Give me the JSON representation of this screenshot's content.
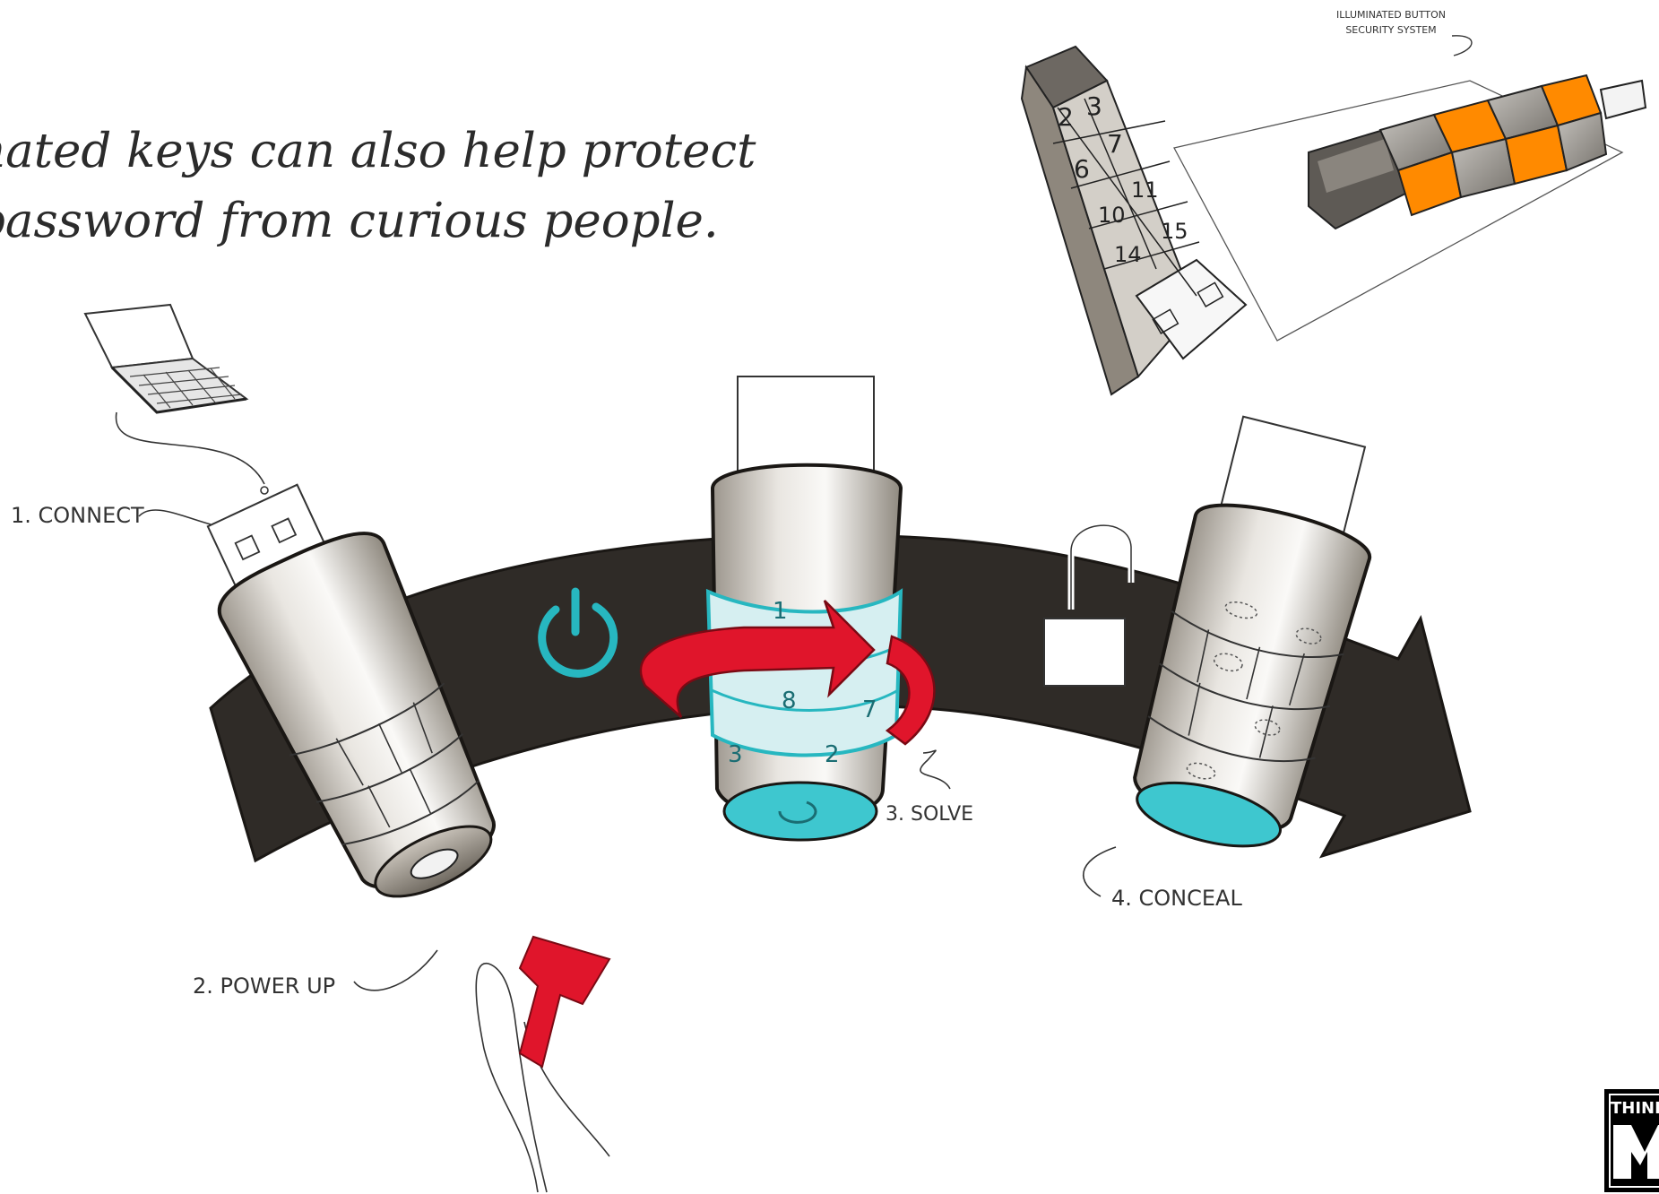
{
  "caption": {
    "line1": "nated keys can also help protect",
    "line2": "password from curious people."
  },
  "concept_sketch": {
    "note_line1": "ILLUMINATED BUTTON",
    "note_line2": "SECURITY SYSTEM",
    "keypad_numbers": [
      "2",
      "3",
      "6",
      "7",
      "10",
      "11",
      "14",
      "15"
    ],
    "colors": {
      "illuminated": "#ff8a00",
      "shell": "#9b9893"
    }
  },
  "steps": [
    {
      "label": "1. CONNECT"
    },
    {
      "label": "2. POWER UP"
    },
    {
      "label": "3. SOLVE"
    },
    {
      "label": "4. CONCEAL"
    }
  ],
  "ring_digits": [
    "1",
    "8",
    "7",
    "3",
    "2"
  ],
  "icons": {
    "power": "power-icon",
    "padlock": "padlock-icon",
    "laptop": "laptop-icon",
    "rotation_arrow": "rotate-arrow-icon",
    "push_arrow": "push-arrow-icon"
  },
  "colors": {
    "band": "#2f2b27",
    "accent_red": "#e0152b",
    "accent_teal": "#27b7c0",
    "body_shade": "#a39d94"
  },
  "logo": {
    "text": "THINK M"
  }
}
